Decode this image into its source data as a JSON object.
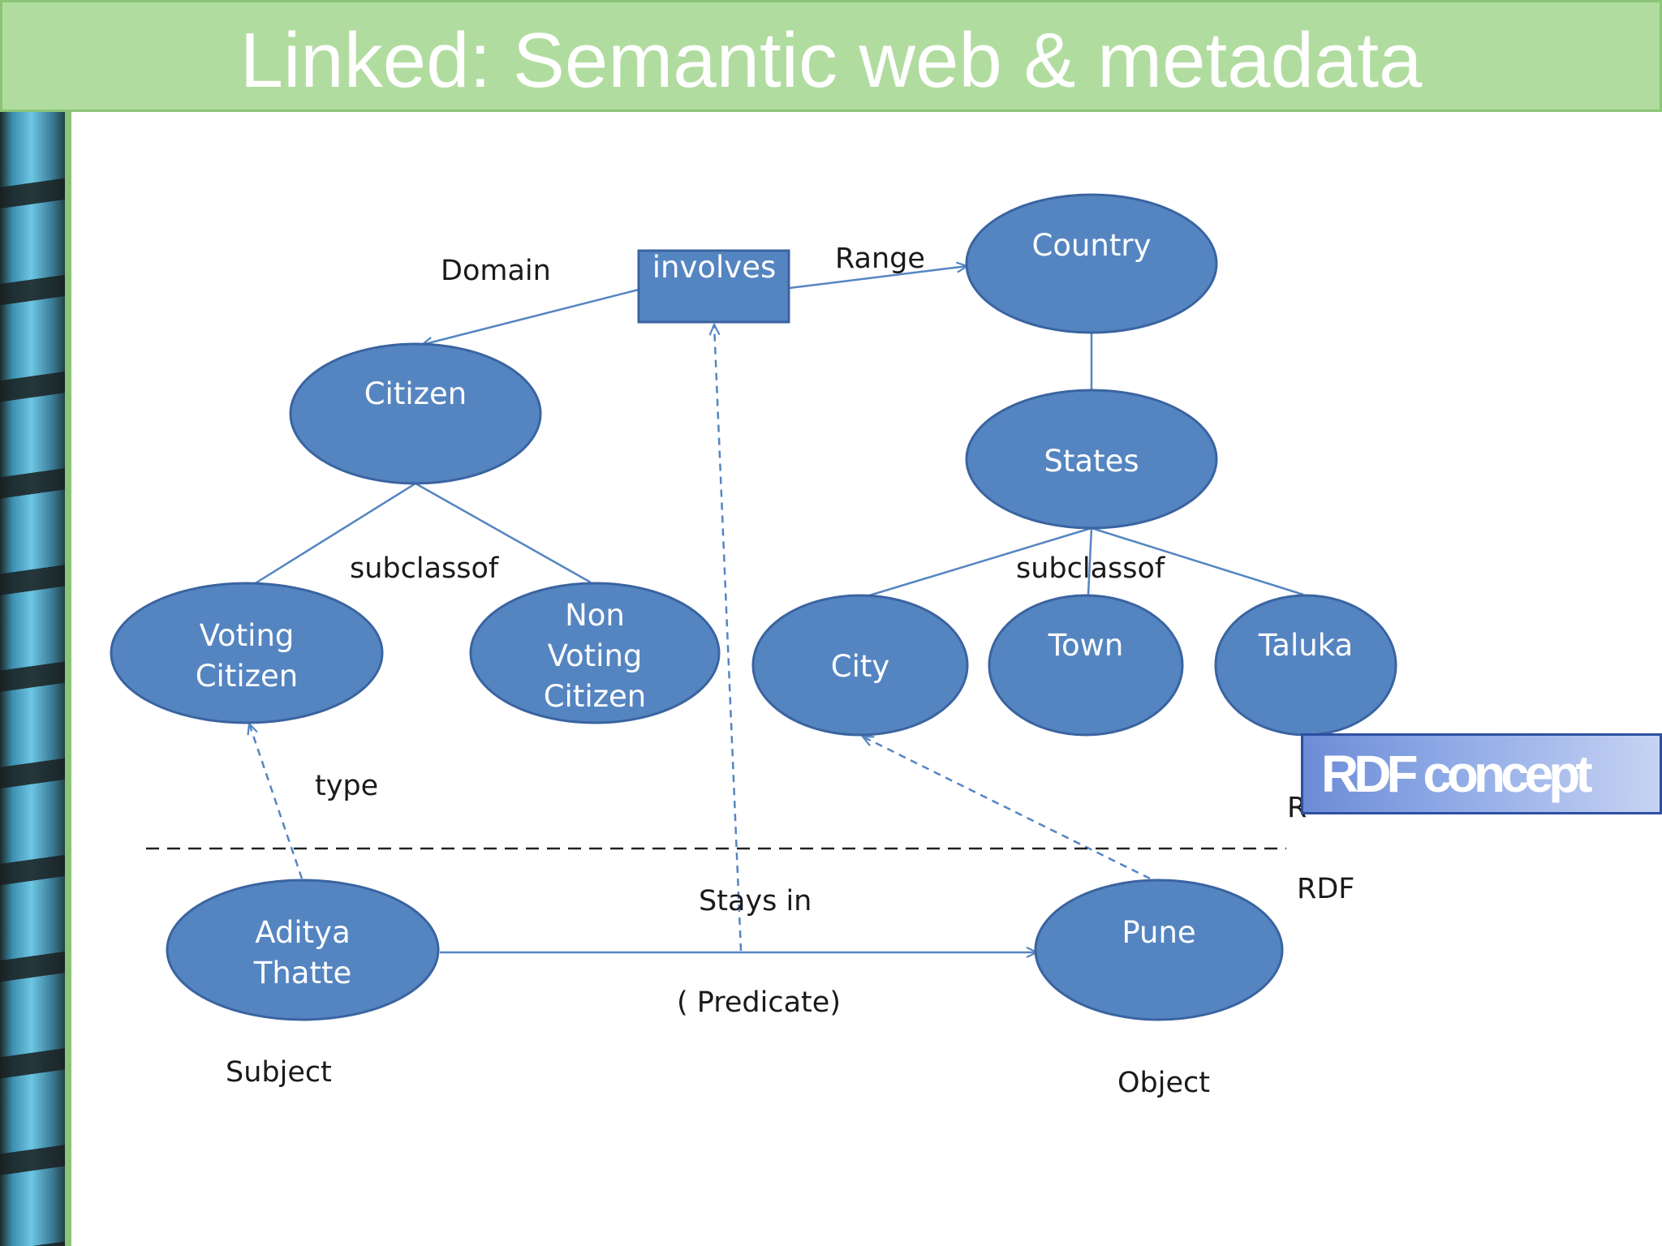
{
  "title": "Linked: Semantic web & metadata",
  "overlay_label": "RDF concept",
  "nodes": {
    "involves": "involves",
    "country": "Country",
    "citizen": "Citizen",
    "states": "States",
    "voting_citizen": [
      "Voting",
      "Citizen"
    ],
    "non_voting_citizen": [
      "Non",
      "Voting",
      "Citizen"
    ],
    "city": "City",
    "town": "Town",
    "taluka": "Taluka",
    "aditya_thatte": [
      "Aditya",
      "Thatte"
    ],
    "pune": "Pune"
  },
  "labels": {
    "domain": "Domain",
    "range": "Range",
    "subclassof_left": "subclassof",
    "subclassof_right": "subclassof",
    "type": "type",
    "stays_in": "Stays in",
    "predicate": "( Predicate)",
    "subject": "Subject",
    "object": "Object",
    "rdf": "RDF",
    "rdfs_partial": "R"
  },
  "colors": {
    "node_fill": "#5585c1",
    "node_stroke": "#3a64a0",
    "title_bar": "#b1dc9f"
  }
}
